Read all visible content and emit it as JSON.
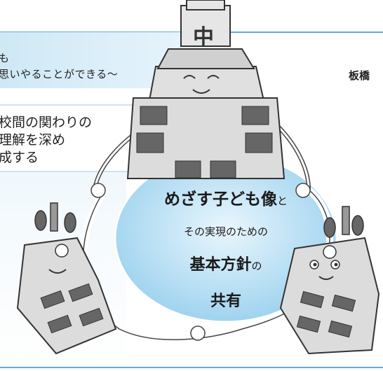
{
  "header": {
    "top_partial": "も",
    "subtitle": "思いやることができる〜",
    "city": "板橋"
  },
  "goals": {
    "line1": "校間の関わりの",
    "line2": "理解を深め",
    "line3": "成する"
  },
  "center": {
    "title_main": "めざす子ども像",
    "title_particle": "と",
    "line2": "その実現のための",
    "line3_main": "基本方針",
    "line3_particle": "の",
    "line4": "共有"
  },
  "building_top_sign": "中",
  "colors": {
    "panel_blue": "#bfe0f2",
    "panel_border": "#2d8fd0",
    "circle_blue": "#a6d7f0",
    "building_gray": "#d9d9d9",
    "outline": "#333333"
  }
}
